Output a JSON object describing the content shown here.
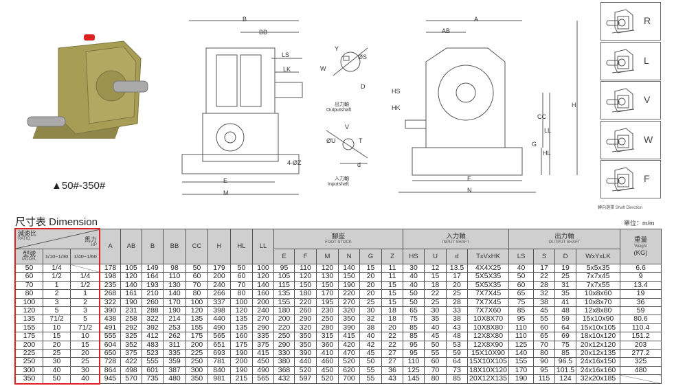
{
  "product": {
    "caption": "▲50#-350#",
    "body_color": "#a89d55"
  },
  "drawings": {
    "side": {
      "B": "B",
      "BB": "BB",
      "LS": "LS",
      "LK": "LK",
      "E": "E",
      "M": "M",
      "Z": "4-ØZ"
    },
    "shafts": {
      "Y": "Y",
      "S": "ØS",
      "W": "W",
      "D": "D",
      "output_cn": "出力軸",
      "output_en": "Outputshaft",
      "V": "V",
      "U": "ØU",
      "T": "T",
      "d": "d",
      "input_cn": "入力軸",
      "input_en": "Inputshaft"
    },
    "front": {
      "A": "A",
      "AB": "AB",
      "HS": "HS",
      "HK": "HK",
      "H": "H",
      "CC": "CC",
      "LL": "LL",
      "HL": "HL",
      "G": "G",
      "F": "F",
      "N": "N"
    }
  },
  "shaft_direction": {
    "items": [
      "R",
      "L",
      "V",
      "W",
      "F"
    ],
    "caption": "轉向選擇  Shaft Direction"
  },
  "dimension": {
    "title": "尺寸表  Dimension",
    "unit": "單位：m/m",
    "accent": "#dd2222"
  },
  "table": {
    "ratio_cn": "減速比",
    "ratio_en": "RATIO",
    "hp_cn": "馬力",
    "hp_en": "HP",
    "model_cn": "型號",
    "model_en": "MODEL",
    "ratio1": "1/10~1/30",
    "ratio2": "1/40~1/60",
    "main_cols": [
      "A",
      "AB",
      "B",
      "BB",
      "CC",
      "H",
      "HL",
      "LL"
    ],
    "foot_cn": "腳座",
    "foot_en": "FOOT STOCK",
    "foot_cols": [
      "E",
      "F",
      "M",
      "N",
      "G",
      "Z"
    ],
    "input_cn": "入力軸",
    "input_en": "INPUT SHAFT",
    "input_cols": [
      "HS",
      "U",
      "d",
      "TxVxHK"
    ],
    "output_cn": "出力軸",
    "output_en": "OUTPUT SHAFT",
    "output_cols": [
      "LS",
      "S",
      "D",
      "WxYxLK"
    ],
    "weight_cn": "重量",
    "weight_en": "Weight",
    "weight_unit": "(KG)",
    "rows": [
      [
        "50",
        "1/4",
        "",
        "178",
        "105",
        "149",
        "98",
        "50",
        "179",
        "50",
        "100",
        "95",
        "110",
        "120",
        "140",
        "15",
        "11",
        "30",
        "12",
        "13.5",
        "4X4X25",
        "40",
        "17",
        "19",
        "5x5x35",
        "6.6"
      ],
      [
        "60",
        "1/2",
        "1/4",
        "198",
        "120",
        "164",
        "110",
        "60",
        "200",
        "60",
        "120",
        "105",
        "120",
        "130",
        "150",
        "20",
        "11",
        "40",
        "15",
        "17",
        "5X5X35",
        "50",
        "22",
        "25",
        "7x7x45",
        "9"
      ],
      [
        "70",
        "1",
        "1/2",
        "235",
        "140",
        "193",
        "130",
        "70",
        "240",
        "70",
        "140",
        "115",
        "150",
        "150",
        "190",
        "20",
        "15",
        "40",
        "18",
        "20",
        "5X5X35",
        "60",
        "28",
        "31",
        "7x7x55",
        "13.4"
      ],
      [
        "80",
        "2",
        "1",
        "268",
        "161",
        "210",
        "140",
        "80",
        "266",
        "80",
        "160",
        "135",
        "180",
        "170",
        "220",
        "20",
        "15",
        "50",
        "22",
        "25",
        "7X7X45",
        "65",
        "32",
        "35",
        "10x8x60",
        "19"
      ],
      [
        "100",
        "3",
        "2",
        "322",
        "190",
        "260",
        "170",
        "100",
        "337",
        "100",
        "200",
        "155",
        "220",
        "195",
        "270",
        "25",
        "15",
        "50",
        "25",
        "28",
        "7X7X45",
        "75",
        "38",
        "41",
        "10x8x70",
        "36"
      ],
      [
        "120",
        "5",
        "3",
        "390",
        "231",
        "288",
        "190",
        "120",
        "398",
        "120",
        "240",
        "180",
        "260",
        "230",
        "320",
        "30",
        "18",
        "65",
        "30",
        "33",
        "7X7X60",
        "85",
        "45",
        "48",
        "12x8x80",
        "59"
      ],
      [
        "135",
        "71/2",
        "5",
        "438",
        "258",
        "322",
        "214",
        "135",
        "440",
        "135",
        "270",
        "200",
        "290",
        "250",
        "350",
        "32",
        "18",
        "75",
        "35",
        "38",
        "10X8X70",
        "95",
        "55",
        "59",
        "15x10x90",
        "80.6"
      ],
      [
        "155",
        "10",
        "71/2",
        "491",
        "292",
        "392",
        "253",
        "155",
        "490",
        "135",
        "290",
        "220",
        "320",
        "280",
        "390",
        "38",
        "20",
        "85",
        "40",
        "43",
        "10X8X80",
        "110",
        "60",
        "64",
        "15x10x105",
        "110.4"
      ],
      [
        "175",
        "15",
        "10",
        "555",
        "325",
        "412",
        "262",
        "175",
        "565",
        "160",
        "335",
        "250",
        "350",
        "315",
        "415",
        "40",
        "22",
        "85",
        "45",
        "48",
        "12X8X80",
        "110",
        "65",
        "69",
        "18x10x120",
        "151.2"
      ],
      [
        "200",
        "20",
        "15",
        "604",
        "352",
        "483",
        "311",
        "200",
        "651",
        "175",
        "375",
        "290",
        "350",
        "360",
        "420",
        "42",
        "22",
        "95",
        "50",
        "53",
        "12X8X90",
        "125",
        "70",
        "75",
        "20x12x120",
        "203"
      ],
      [
        "225",
        "25",
        "20",
        "650",
        "375",
        "523",
        "335",
        "225",
        "693",
        "190",
        "415",
        "330",
        "390",
        "410",
        "470",
        "45",
        "27",
        "95",
        "55",
        "59",
        "15X10X90",
        "140",
        "80",
        "85",
        "20x12x135",
        "277.2"
      ],
      [
        "250",
        "30",
        "25",
        "728",
        "422",
        "555",
        "359",
        "250",
        "781",
        "200",
        "450",
        "380",
        "440",
        "460",
        "520",
        "50",
        "27",
        "110",
        "60",
        "64",
        "15X10X105",
        "155",
        "90",
        "96.5",
        "24x16x150",
        "325"
      ],
      [
        "300",
        "40",
        "30",
        "864",
        "498",
        "601",
        "387",
        "300",
        "840",
        "190",
        "490",
        "368",
        "520",
        "450",
        "620",
        "55",
        "36",
        "125",
        "70",
        "73",
        "18X10X120",
        "170",
        "95",
        "101.5",
        "24x16x160",
        "480"
      ],
      [
        "350",
        "50",
        "40",
        "945",
        "570",
        "735",
        "480",
        "350",
        "981",
        "215",
        "565",
        "432",
        "597",
        "520",
        "700",
        "55",
        "43",
        "145",
        "80",
        "85",
        "20X12X135",
        "190",
        "115",
        "124",
        "32x20x185",
        ""
      ]
    ]
  }
}
